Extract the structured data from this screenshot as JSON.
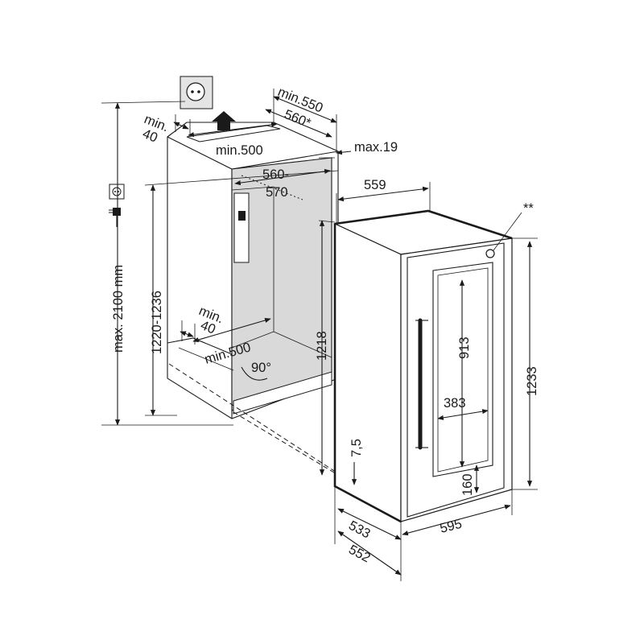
{
  "labels": {
    "min_550": "min.550",
    "d_560": "560*",
    "min_40_top": "min.\n40",
    "min_500_top": "min.500",
    "max_19": "max.19",
    "r_560_570": "560-\n570",
    "d_559": "559",
    "double_star": "**",
    "max_2100": "max. 2100 mm",
    "h_1220_1236": "1220-1236",
    "min_40_bottom": "min.\n40",
    "min_500_bottom": "min.500",
    "angle_90": "90°",
    "h_1218": "1218",
    "h_913": "913",
    "w_383": "383",
    "h_1233": "1233",
    "d_7_5": "7,5",
    "h_160": "160",
    "d_533": "533",
    "w_595": "595",
    "d_552": "552"
  },
  "colors": {
    "line": "#1a1a1a",
    "niche_fill": "#d9d9d9",
    "socket_fill": "#e4e4e4",
    "appliance_fill": "#ffffff"
  },
  "icons": {
    "socket": "power-socket-icon",
    "plug": "power-plug-icon",
    "arrow": "airflow-arrow-icon"
  }
}
